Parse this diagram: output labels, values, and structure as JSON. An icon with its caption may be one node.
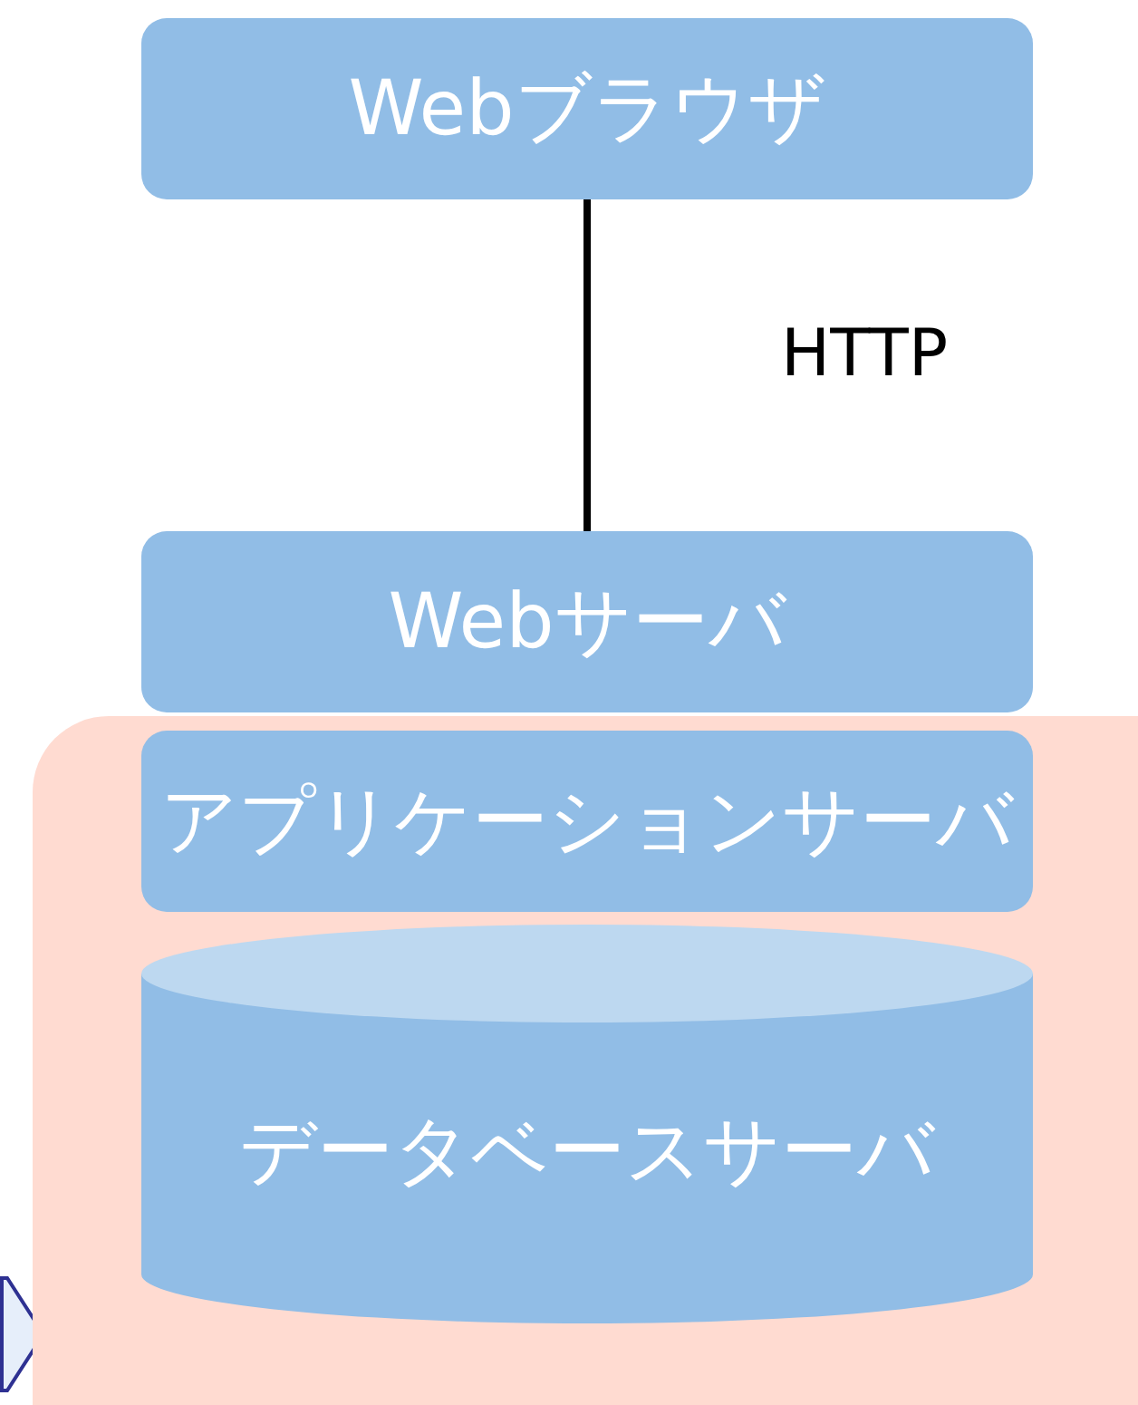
{
  "diagram": {
    "nodes": [
      {
        "text": [
          "Webブラウザ"
        ]
      },
      {
        "text": [
          "Webサーバ"
        ]
      },
      {
        "text": [],
        "shape": "box"
      },
      {
        "text": [
          "アプリケーションサーバ"
        ],
        "in": 2
      },
      {
        "text": [
          "データベースサーバ"
        ],
        "in": 2
      }
    ],
    "edges": [
      {
        "from": 0,
        "to": 1,
        "arrow": "none",
        "label": "HTTP"
      }
    ]
  }
}
